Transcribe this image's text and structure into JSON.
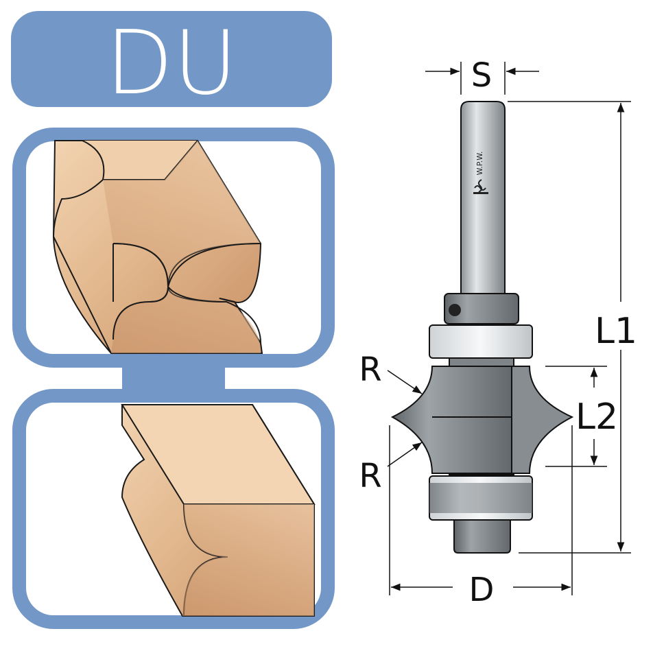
{
  "product": {
    "code": "DU"
  },
  "shank": {
    "brand_text": "W.P.W."
  },
  "dimensions": {
    "shank_diameter": "S",
    "total_length": "L1",
    "cutting_length": "L2",
    "diameter": "D",
    "radius_top": "R",
    "radius_bottom": "R"
  },
  "colors": {
    "frame": "#7397c6",
    "wood": "#e9c49d",
    "wood_dark": "#c8906a",
    "steel": "#6f7579",
    "steel_light": "#b9bec2",
    "line": "#111111"
  }
}
